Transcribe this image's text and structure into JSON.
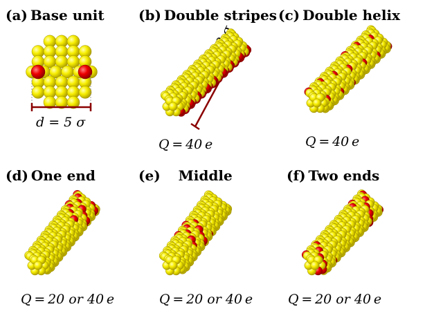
{
  "panels": [
    {
      "tag": "(a)",
      "title": "Base unit",
      "caption": ""
    },
    {
      "tag": "(b)",
      "title": "Double stripes",
      "caption": "Q = 40 e"
    },
    {
      "tag": "(c)",
      "title": "Double helix",
      "caption": "Q = 40 e"
    },
    {
      "tag": "(d)",
      "title": "One end",
      "caption": "Q = 20 or 40 e"
    },
    {
      "tag": "(e)",
      "title": "Middle",
      "caption": "Q = 20 or 40 e"
    },
    {
      "tag": "(f)",
      "title": "Two ends",
      "caption": "Q = 20 or 40 e"
    }
  ],
  "annotations": {
    "diameter": "d = 5 σ",
    "length": "L = 20 σ"
  },
  "colors": {
    "bead": "#f5ec00",
    "bead_edge": "#b8a800",
    "charged": "#e80000",
    "charged_edge": "#9a0000",
    "dimension_line": "#8b0000"
  }
}
